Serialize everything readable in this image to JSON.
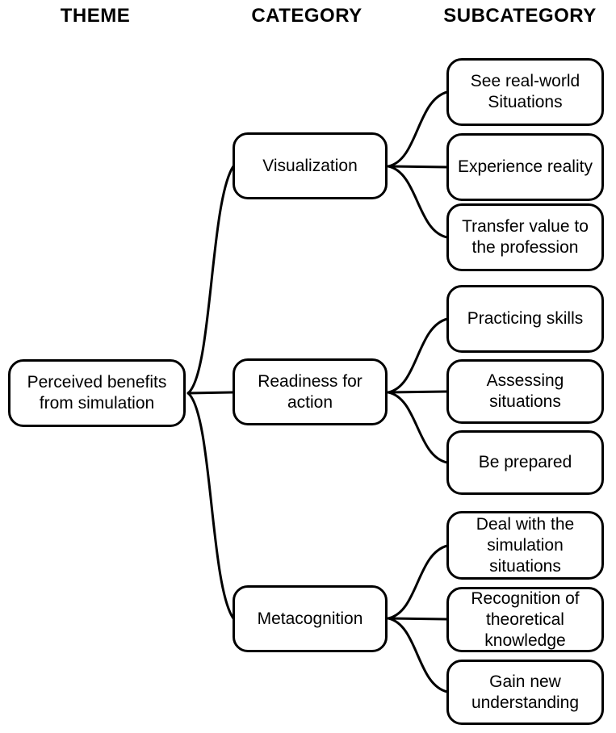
{
  "header": {
    "theme": "THEME",
    "category": "CATEGORY",
    "subcategory": "SUBCATEGORY"
  },
  "theme": {
    "label": "Perceived benefits\nfrom simulation"
  },
  "categories": [
    {
      "label": "Visualization",
      "subcategories": [
        {
          "label": "See real-world\nSituations"
        },
        {
          "label": "Experience reality"
        },
        {
          "label": "Transfer value to\nthe profession"
        }
      ]
    },
    {
      "label": "Readiness for\naction",
      "subcategories": [
        {
          "label": "Practicing skills"
        },
        {
          "label": "Assessing\nsituations"
        },
        {
          "label": "Be prepared"
        }
      ]
    },
    {
      "label": "Metacognition",
      "subcategories": [
        {
          "label": "Deal with the\nsimulation\nsituations"
        },
        {
          "label": "Recognition of\ntheoretical\nknowledge"
        },
        {
          "label": "Gain new\nunderstanding"
        }
      ]
    }
  ],
  "colors": {
    "line": "#000000",
    "background": "#ffffff",
    "text": "#000000"
  }
}
